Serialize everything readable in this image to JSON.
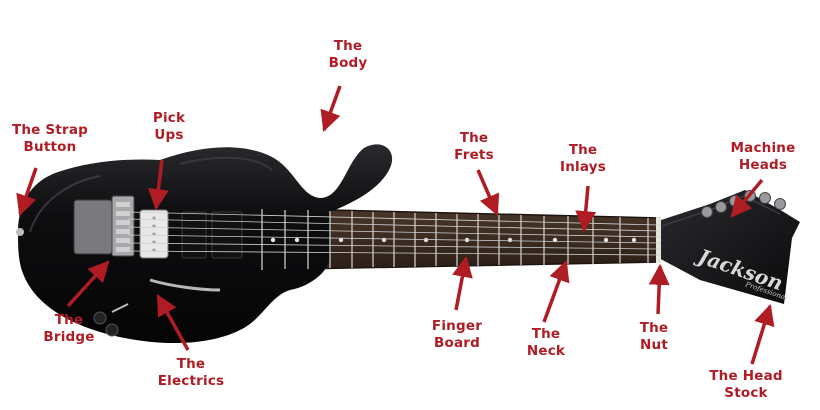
{
  "labels": {
    "body": {
      "line1": "The",
      "line2": "Body"
    },
    "strap": {
      "line1": "The Strap",
      "line2": "Button"
    },
    "pickups": {
      "line1": "Pick",
      "line2": "Ups"
    },
    "frets": {
      "line1": "The",
      "line2": "Frets"
    },
    "inlays": {
      "line1": "The",
      "line2": "Inlays"
    },
    "machine": {
      "line1": "Machine",
      "line2": "Heads"
    },
    "bridge": {
      "line1": "The",
      "line2": "Bridge"
    },
    "electrics": {
      "line1": "The",
      "line2": "Electrics"
    },
    "fingerboard": {
      "line1": "Finger",
      "line2": "Board"
    },
    "neck": {
      "line1": "The",
      "line2": "Neck"
    },
    "nut": {
      "line1": "The",
      "line2": "Nut"
    },
    "headstock": {
      "line1": "The Head",
      "line2": "Stock"
    }
  },
  "brand": {
    "logo": "Jackson",
    "model": "Professional"
  },
  "colors": {
    "label": "#b01c24",
    "arrow": "#b01c24",
    "body": "#0b0b0c",
    "fretboard": "#3a2a22",
    "hardware": "#b8b8b8"
  }
}
